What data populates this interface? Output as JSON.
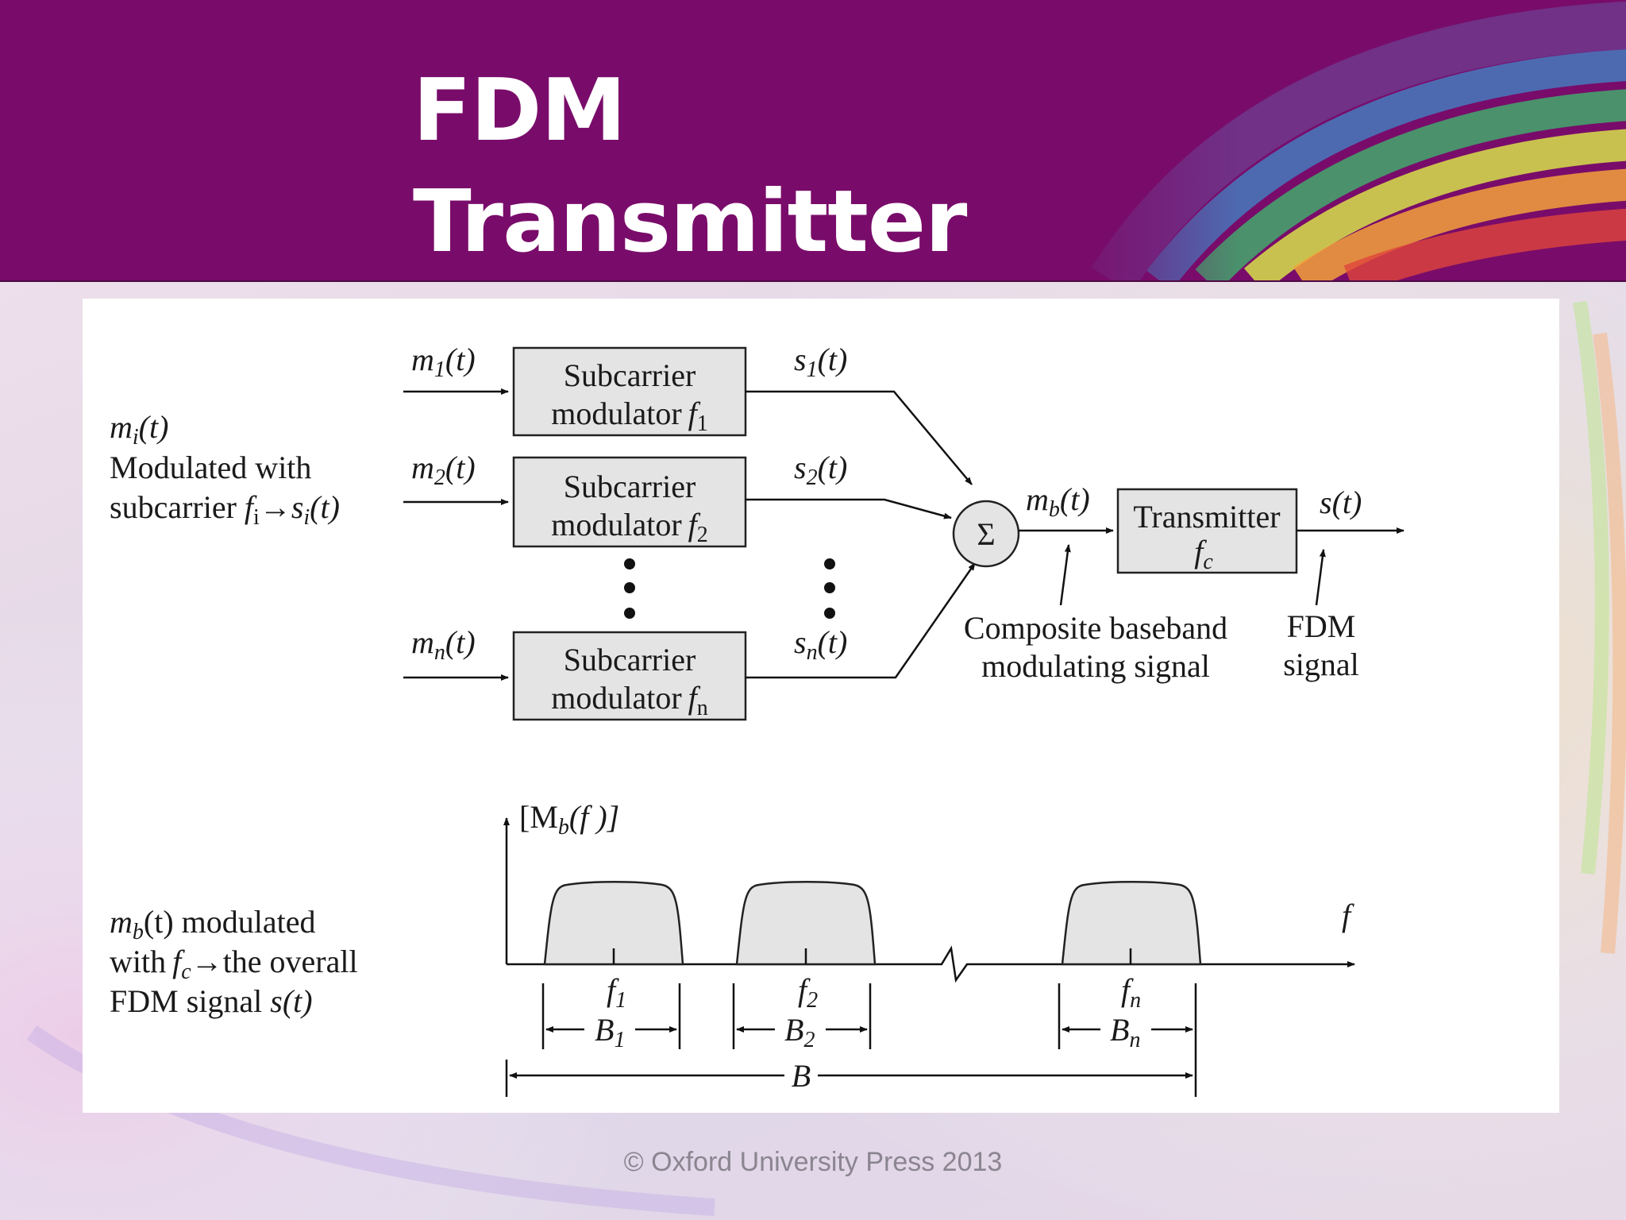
{
  "title": "FDM Transmitter",
  "footer": "© Oxford University Press 2013",
  "diagram": {
    "left_note_1": {
      "signal": "m",
      "sub": "i",
      "tail": "(t)",
      "line2": "Modulated with",
      "line3_pre": "subcarrier",
      "line3_f": "f",
      "line3_fsub": "i",
      "line3_post": "s",
      "line3_post_sub": "i",
      "line3_post_tail": "(t)"
    },
    "inputs": [
      {
        "m": "m",
        "sub": "1",
        "tail": "(t)",
        "box1": "Subcarrier",
        "box2": "modulator",
        "f": "f",
        "fsub": "1",
        "s": "s",
        "ssub": "1"
      },
      {
        "m": "m",
        "sub": "2",
        "tail": "(t)",
        "box1": "Subcarrier",
        "box2": "modulator",
        "f": "f",
        "fsub": "2",
        "s": "s",
        "ssub": "2"
      },
      {
        "m": "m",
        "sub": "n",
        "tail": "(t)",
        "box1": "Subcarrier",
        "box2": "modulator",
        "f": "f",
        "fsub": "n",
        "s": "s",
        "ssub": "n"
      }
    ],
    "summer": "Σ",
    "mb": {
      "m": "m",
      "sub": "b",
      "tail": "(t)"
    },
    "transmitter": {
      "label": "Transmitter",
      "f": "f",
      "fsub": "c"
    },
    "output": {
      "s": "s",
      "tail": "(t)"
    },
    "composite_1": "Composite baseband",
    "composite_2": "modulating signal",
    "fdm_1": "FDM",
    "fdm_2": "signal",
    "spectrum": {
      "axis_label": "[M",
      "axis_label_sub": "b",
      "axis_label_tail": "(f )]",
      "freq_axis": "f",
      "bands": [
        {
          "f": "f",
          "fsub": "1",
          "B": "B",
          "Bsub": "1"
        },
        {
          "f": "f",
          "fsub": "2",
          "B": "B",
          "Bsub": "2"
        },
        {
          "f": "f",
          "fsub": "n",
          "B": "B",
          "Bsub": "n"
        }
      ],
      "total": "B"
    },
    "left_note_2": {
      "m": "m",
      "sub": "b",
      "tail": "(t) modulated",
      "line2_pre": "with",
      "line2_f": "f",
      "line2_fsub": "c",
      "line2_post": "the overall",
      "line3": "FDM signal",
      "line3_s": "s(t)"
    }
  }
}
